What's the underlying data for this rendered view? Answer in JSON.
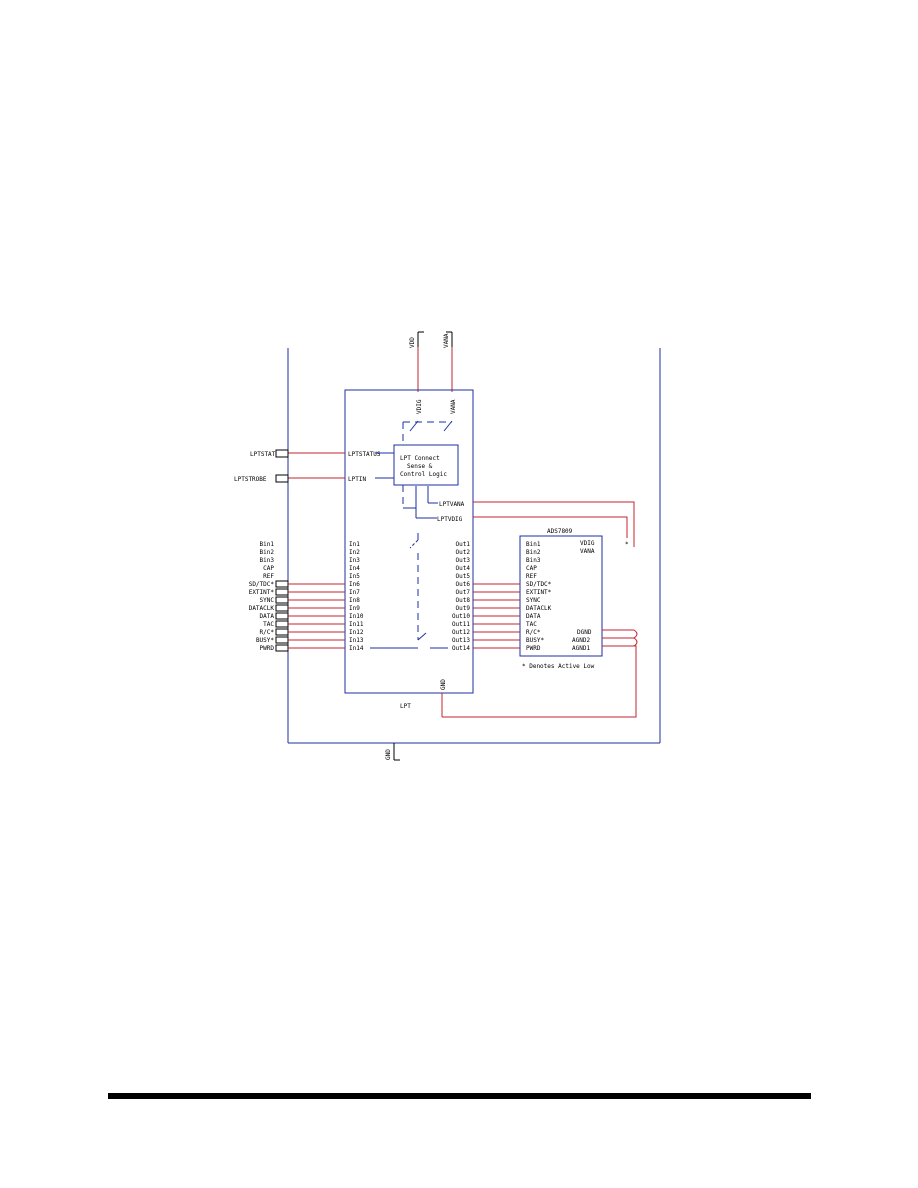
{
  "diagram": {
    "power_top": {
      "vdd": "VDD",
      "vana": "VANA"
    },
    "power_bottom": {
      "gnd": "GND"
    },
    "colors": {
      "wire_red": "#c0262f",
      "wire_blue": "#1f2fa0",
      "outline": "#000000"
    },
    "left_connector": {
      "top_pins": [
        "LPTSTAT",
        "LPTSTROBE"
      ],
      "pins": [
        "Bin1",
        "Bin2",
        "Bin3",
        "CAP",
        "REF",
        "SD/TDC*",
        "EXTINT*",
        "SYNC",
        "DATACLK",
        "DATA",
        "TAC",
        "R/C*",
        "BUSY*",
        "PWRD"
      ]
    },
    "lpt": {
      "name": "LPT",
      "power_pins": {
        "vdig": "VDIG",
        "vana": "VANA",
        "gnd": "GND"
      },
      "ctrl_pins": {
        "status": "LPTSTATUS",
        "in": "LPTIN"
      },
      "supply_outputs": {
        "vana": "LPTVANA",
        "vdig": "LPTVDIG"
      },
      "logic_box": {
        "line1": "LPT Connect",
        "line2": "Sense &",
        "line3": "Control Logic"
      },
      "inputs": [
        "In1",
        "In2",
        "In3",
        "In4",
        "In5",
        "In6",
        "In7",
        "In8",
        "In9",
        "In10",
        "In11",
        "In12",
        "In13",
        "In14"
      ],
      "outputs": [
        "Out1",
        "Out2",
        "Out3",
        "Out4",
        "Out5",
        "Out6",
        "Out7",
        "Out8",
        "Out9",
        "Out10",
        "Out11",
        "Out12",
        "Out13",
        "Out14"
      ]
    },
    "ads": {
      "name": "ADS7809",
      "left_pins": [
        "Bin1",
        "Bin2",
        "Bin3",
        "CAP",
        "REF",
        "SD/TDC*",
        "EXTINT*",
        "SYNC",
        "DATACLK",
        "DATA",
        "TAC",
        "R/C*",
        "BUSY*",
        "PWRD"
      ],
      "right_top": [
        "VDIG",
        "VANA"
      ],
      "right_bottom": [
        "DGND",
        "AGND2",
        "AGND1"
      ],
      "note": "* Denotes Active Low"
    },
    "marker": "*"
  }
}
